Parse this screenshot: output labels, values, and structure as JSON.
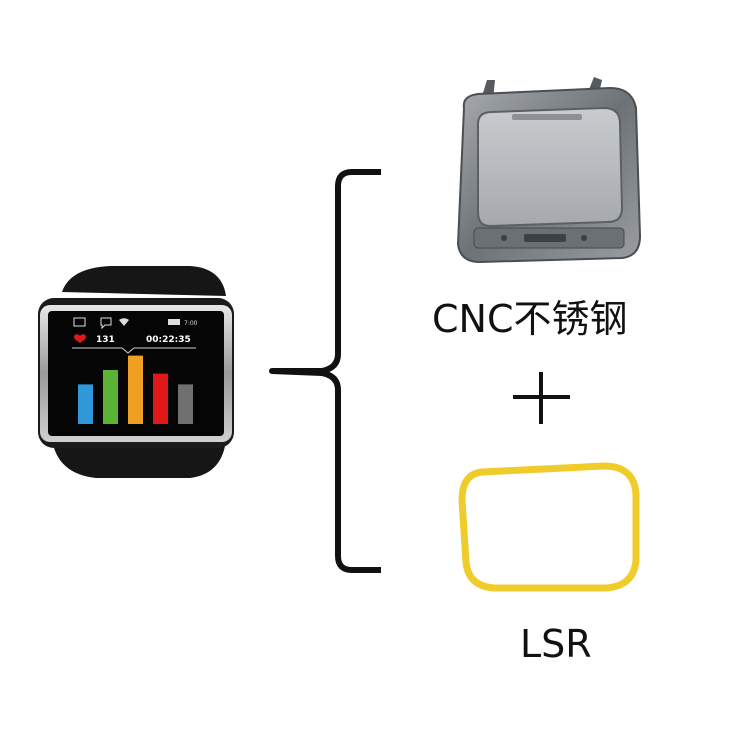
{
  "watch": {
    "heart_rate": "131",
    "timer": "00:22:35",
    "clock": "7:00",
    "bar_values": [
      0.55,
      0.75,
      0.95,
      0.7,
      0.55
    ],
    "bar_colors": [
      "#2f98d8",
      "#5bb335",
      "#f0a020",
      "#e01818",
      "#707070"
    ]
  },
  "parts": {
    "metal_frame_label": "CNC不锈钢",
    "plus_sign": "+",
    "rubber_ring_label": "LSR"
  },
  "colors": {
    "frame_metal": "#7d8286",
    "rubber_ring": "#f0cc2a",
    "watch_body": "#1a1a1a"
  }
}
